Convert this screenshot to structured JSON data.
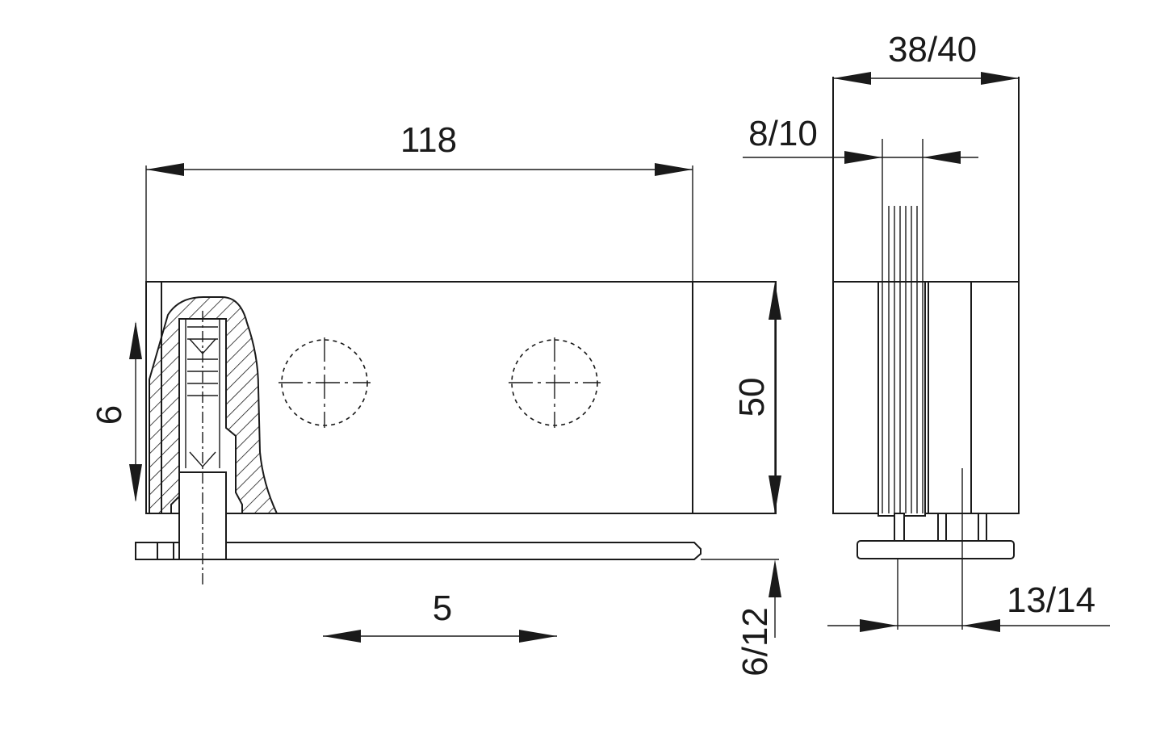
{
  "dimensions": {
    "length": "118",
    "height": "50",
    "hatch_height": "6",
    "adjust_horizontal": "5",
    "adjust_vertical": "6/12",
    "overall_width": "38/40",
    "glass_thickness": "8/10",
    "offset": "13/14"
  },
  "colors": {
    "line": "#1a1a1a",
    "background": "#ffffff"
  }
}
